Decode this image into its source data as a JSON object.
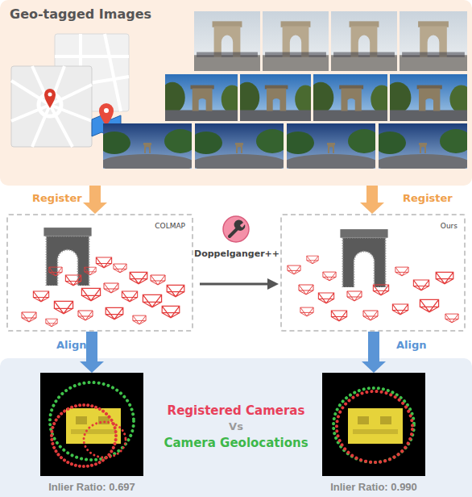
{
  "diagram": {
    "nodes": [
      {
        "text": [
          "Geo-tagged Images"
        ]
      },
      {
        "text": [
          "COLMAP"
        ]
      },
      {
        "text": [
          "Ours"
        ]
      },
      {
        "text": [
          "Registered Cameras",
          "Vs",
          "Camera Geolocations"
        ]
      },
      {
        "text": [
          "Inlier Ratio: 0.697"
        ],
        "in": 3
      },
      {
        "text": [
          "Inlier Ratio: 0.990"
        ],
        "in": 3
      }
    ],
    "edges": [
      {
        "from": 0,
        "to": 1,
        "arrow": "to",
        "label": "Register"
      },
      {
        "from": 0,
        "to": 2,
        "arrow": "to",
        "label": "Register"
      },
      {
        "from": 1,
        "to": 2,
        "arrow": "to",
        "label": "Doppelganger++"
      },
      {
        "from": 1,
        "to": 4,
        "arrow": "to",
        "label": "Align"
      },
      {
        "from": 2,
        "to": 5,
        "arrow": "to",
        "label": "Align"
      }
    ]
  }
}
